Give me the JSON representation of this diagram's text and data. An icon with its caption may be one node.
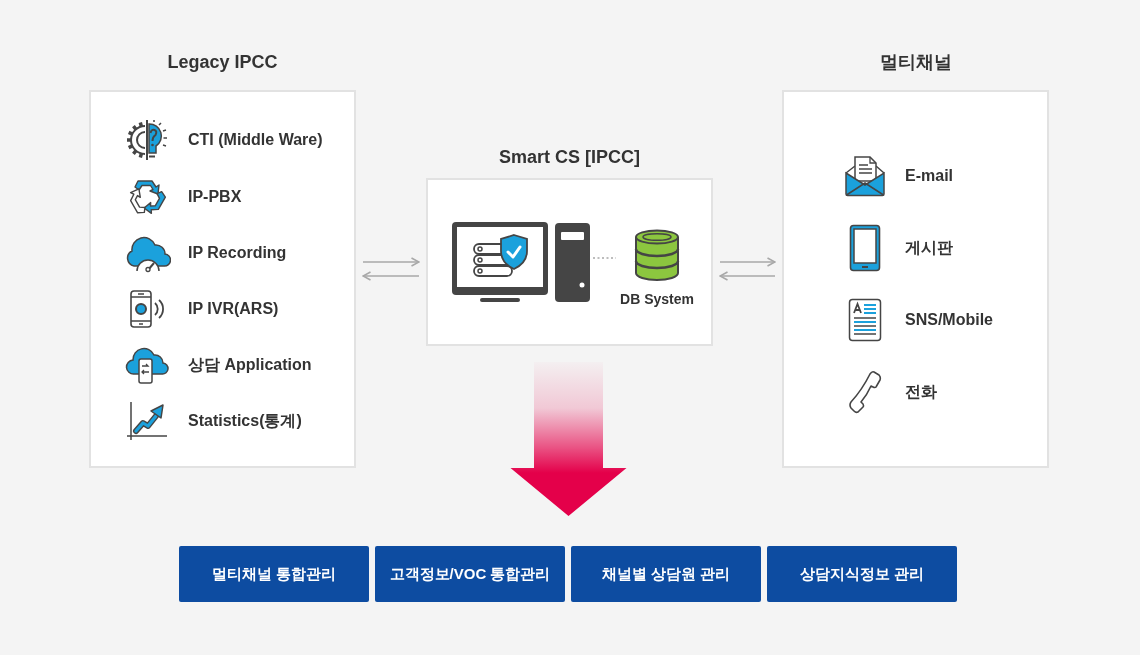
{
  "diagram": {
    "nodes": [
      {
        "text": [
          "Legacy IPCC",
          "CTI (Middle Ware)",
          "IP-PBX",
          "IP Recording",
          "IP IVR(ARS)",
          "상담 Application",
          "Statistics(통계)"
        ]
      },
      {
        "text": [
          "Smart CS [IPCC]"
        ]
      },
      {
        "text": [],
        "shape": "picture",
        "in": 1
      },
      {
        "text": [
          "DB System"
        ],
        "in": 1
      },
      {
        "text": [
          "멀티채널",
          "E-mail",
          "게시판",
          "SNS/Mobile",
          "전화"
        ]
      },
      {
        "text": [
          "멀티채널 통합관리"
        ]
      },
      {
        "text": [
          "고객정보/VOC 통합관리"
        ]
      },
      {
        "text": [
          "채널별 상담원 관리"
        ]
      },
      {
        "text": [
          "상담지식정보 관리"
        ]
      }
    ],
    "edges": [
      {
        "from": 0,
        "to": 1,
        "arrow": "to"
      },
      {
        "from": 1,
        "to": 0,
        "arrow": "to"
      },
      {
        "from": 1,
        "to": 4,
        "arrow": "to"
      },
      {
        "from": 4,
        "to": 1,
        "arrow": "to"
      },
      {
        "from": 2,
        "to": 3,
        "arrow": "none",
        "style": "dashed"
      },
      {
        "from": 1,
        "to": null,
        "arrow": "to",
        "style": "thick",
        "color": "#e4004a"
      }
    ]
  }
}
